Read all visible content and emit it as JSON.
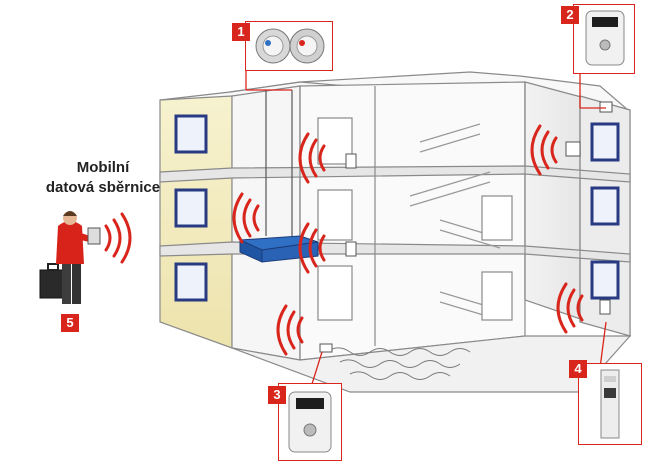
{
  "title_line1": "Mobilní",
  "title_line2": "datová sběrnice",
  "badges": [
    "1",
    "2",
    "3",
    "4",
    "5"
  ],
  "colors": {
    "accent": "#d9261c",
    "wall": "#f3ecbf",
    "window_frame": "#283a82",
    "line": "#8a8a8a"
  }
}
